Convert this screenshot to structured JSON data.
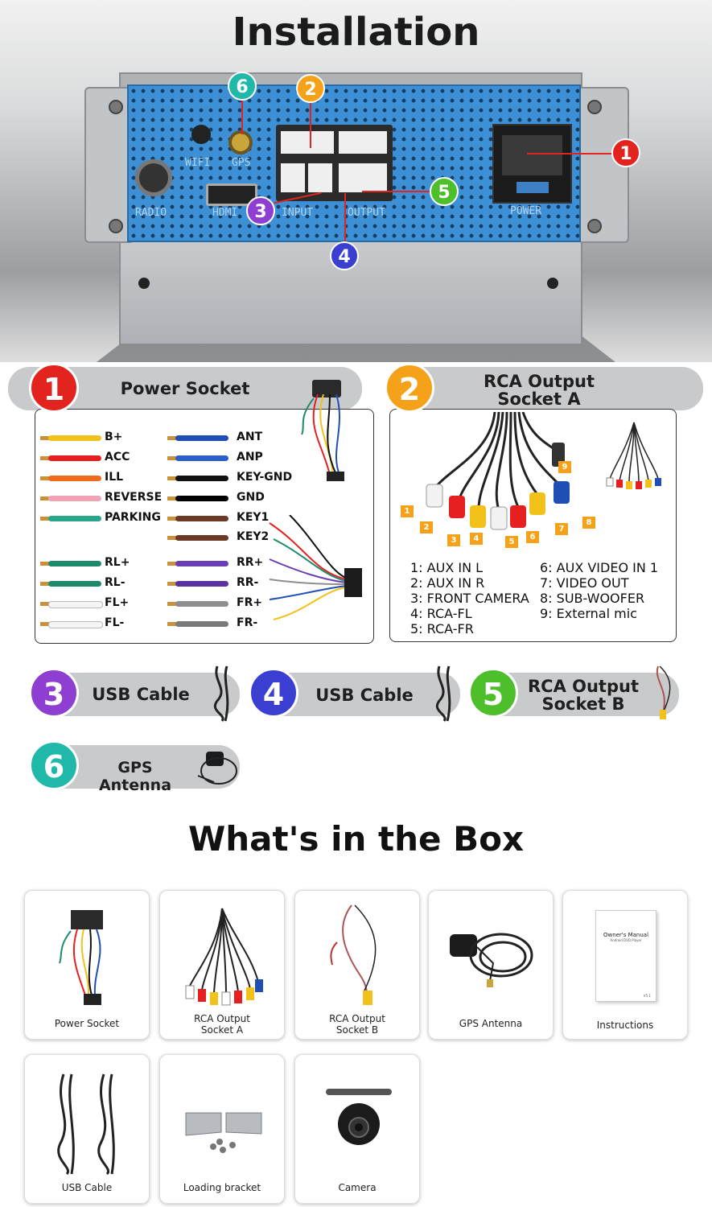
{
  "installation": {
    "title": "Installation",
    "port_labels": {
      "wifi": "WIFI",
      "gps": "GPS",
      "radio": "RADIO",
      "hdmi": "HDMI",
      "input": "INPUT",
      "output": "OUTPUT",
      "power": "POWER"
    },
    "callouts": [
      {
        "n": "1",
        "color": "#e3231e"
      },
      {
        "n": "2",
        "color": "#f5a21a"
      },
      {
        "n": "3",
        "color": "#8e3fd1"
      },
      {
        "n": "4",
        "color": "#3a3fd1"
      },
      {
        "n": "5",
        "color": "#4cbf2a"
      },
      {
        "n": "6",
        "color": "#20b8a8"
      }
    ]
  },
  "sections": {
    "power_socket": {
      "n": "1",
      "title": "Power Socket"
    },
    "rca_a": {
      "n": "2",
      "title_line1": "RCA Output",
      "title_line2": "Socket A"
    },
    "usb_3": {
      "n": "3",
      "title": "USB Cable"
    },
    "usb_4": {
      "n": "4",
      "title": "USB Cable"
    },
    "rca_b": {
      "n": "5",
      "title_line1": "RCA Output",
      "title_line2": "Socket B"
    },
    "gps": {
      "n": "6",
      "title": "GPS Antenna"
    }
  },
  "power_wires_left": [
    {
      "label": "B+",
      "color": "#f2c21b"
    },
    {
      "label": "ACC",
      "color": "#e62020"
    },
    {
      "label": "ILL",
      "color": "#f06a1c"
    },
    {
      "label": "REVERSE",
      "color": "#f0a3b5"
    },
    {
      "label": "PARKING",
      "color": "#2aa58a"
    },
    {
      "label": "RL+",
      "color": "#1e8a6c"
    },
    {
      "label": "RL-",
      "color": "#1e8a6c"
    },
    {
      "label": "FL+",
      "color": "#f5f5f5"
    },
    {
      "label": "FL-",
      "color": "#f5f5f5"
    }
  ],
  "power_wires_right": [
    {
      "label": "ANT",
      "color": "#1f4fb5"
    },
    {
      "label": "ANP",
      "color": "#2a5fcc"
    },
    {
      "label": "KEY-GND",
      "color": "#111111"
    },
    {
      "label": "GND",
      "color": "#000000"
    },
    {
      "label": "KEY1",
      "color": "#6b3a24"
    },
    {
      "label": "KEY2",
      "color": "#6b3a24"
    },
    {
      "label": "RR+",
      "color": "#6a3fb5"
    },
    {
      "label": "RR-",
      "color": "#5a33a0"
    },
    {
      "label": "FR+",
      "color": "#8e8e8e"
    },
    {
      "label": "FR-",
      "color": "#7a7a7a"
    }
  ],
  "rca_numbers": [
    "1",
    "2",
    "3",
    "4",
    "5",
    "6",
    "7",
    "8",
    "9"
  ],
  "rca_legend_left": [
    "1: AUX IN L",
    "2: AUX IN R",
    "3: FRONT CAMERA",
    "4: RCA-FL",
    "5: RCA-FR"
  ],
  "rca_legend_right": [
    "6: AUX VIDEO IN 1",
    "7: VIDEO OUT",
    "8: SUB-WOOFER",
    "9: External mic"
  ],
  "box": {
    "title": "What's in the Box",
    "items": [
      {
        "line1": "Power Socket",
        "line2": ""
      },
      {
        "line1": "RCA Output",
        "line2": "Socket A"
      },
      {
        "line1": "RCA Output",
        "line2": "Socket B"
      },
      {
        "line1": "GPS Antenna",
        "line2": ""
      },
      {
        "line1": "Instructions",
        "line2": ""
      },
      {
        "line1": "USB Cable",
        "line2": ""
      },
      {
        "line1": "Loading bracket",
        "line2": ""
      },
      {
        "line1": "Camera",
        "line2": ""
      }
    ],
    "manual_title": "Owner's Manual",
    "manual_sub": "Android DVD Player",
    "manual_ver": "V5-1"
  }
}
